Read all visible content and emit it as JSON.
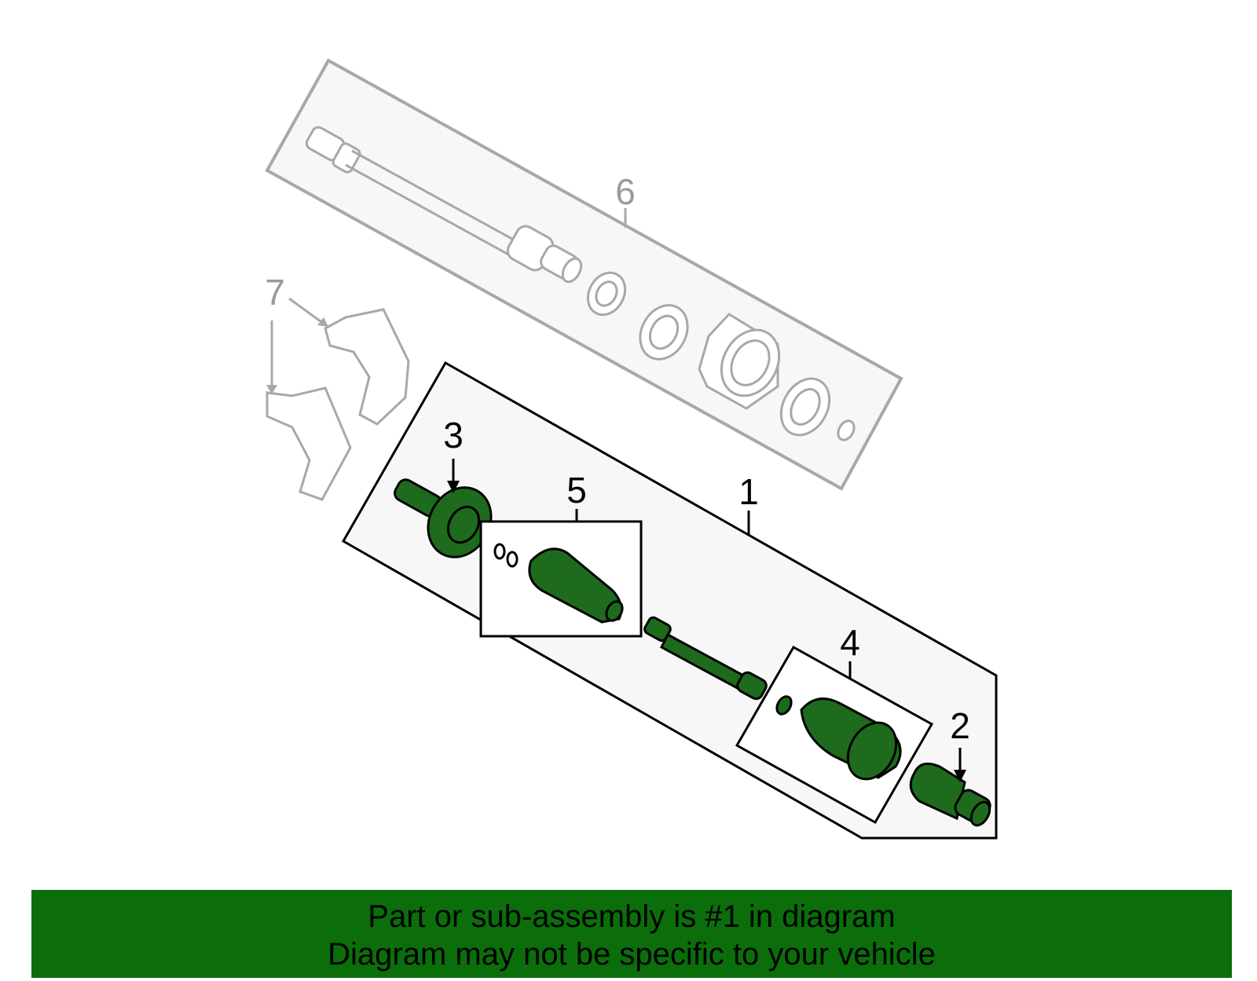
{
  "diagram": {
    "callouts": {
      "c1": "1",
      "c2": "2",
      "c3": "3",
      "c4": "4",
      "c5": "5",
      "c6": "6",
      "c7": "7"
    },
    "colors": {
      "highlight_part": "#1e6b1e",
      "banner": "#0b6e0b",
      "reference_part": "#b0b0b0",
      "outline": "#000000"
    }
  },
  "banner": {
    "line1": "Part or sub-assembly is #1 in diagram",
    "line2": "Diagram may not be specific to your vehicle"
  }
}
